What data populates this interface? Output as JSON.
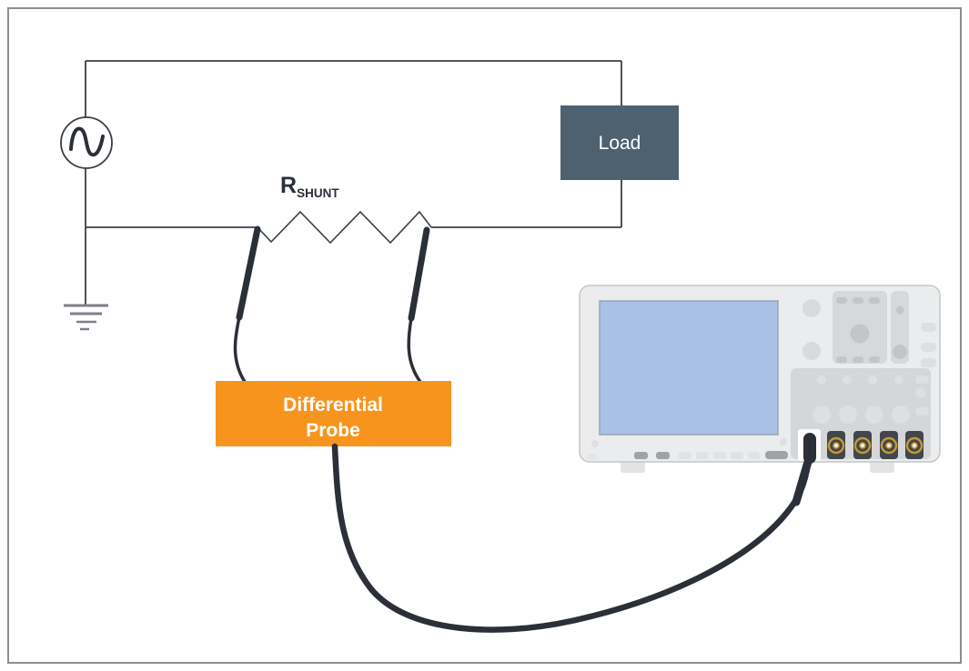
{
  "diagram": {
    "kind": "current-shunt-measurement-schematic",
    "labels": {
      "resistor_main": "R",
      "resistor_sub": "SHUNT",
      "load": "Load",
      "probe_line1": "Differential",
      "probe_line2": "Probe"
    },
    "colors": {
      "frame": "#8A8D93",
      "wire": "#3A3E47",
      "ink": "#2B2F38",
      "ground": "#7E8187",
      "load_box": "#4E6170",
      "probe_box": "#F7941E",
      "label_text": "#FFFFFF",
      "scope_body": "#EBECED",
      "scope_border": "#C4C6C8",
      "scope_panel": "#D4D6D8",
      "screen": "#AAC1E6",
      "bnc_gold": "#C49A32",
      "bnc_dark": "#42464D"
    },
    "oscilloscope": {
      "bnc_port_count": 4
    }
  }
}
